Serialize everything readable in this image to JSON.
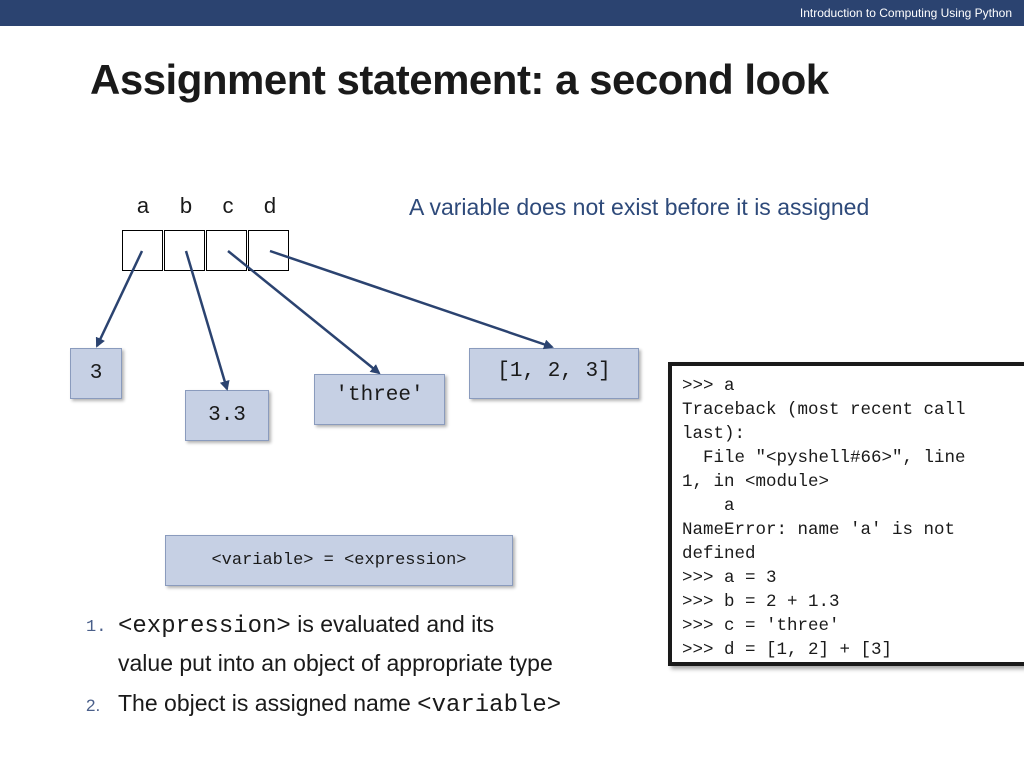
{
  "header": {
    "course_title": "Introduction to Computing Using Python"
  },
  "slide": {
    "title": "Assignment statement: a second look"
  },
  "diagram": {
    "subtitle": "A variable does not exist before it is assigned",
    "variables": [
      "a",
      "b",
      "c",
      "d"
    ],
    "objects": {
      "a": "3",
      "b": "3.3",
      "c": "'three'",
      "d": "[1, 2, 3]"
    },
    "syntax": "<variable> = <expression>"
  },
  "shell": {
    "lines": [
      ">>> a",
      "Traceback (most recent call",
      "last):",
      "  File \"<pyshell#66>\", line",
      "1, in <module>",
      "    a",
      "NameError: name 'a' is not",
      "defined",
      ">>> a = 3",
      ">>> b = 2 + 1.3",
      ">>> c = 'three'",
      ">>> d = [1, 2] + [3]"
    ]
  },
  "steps": [
    {
      "num": "1.",
      "code": "<expression>",
      "text1": " is evaluated and its",
      "text2": "value put into an object of appropriate type"
    },
    {
      "num": "2.",
      "text": "The object is assigned name ",
      "code": "<variable>"
    }
  ],
  "colors": {
    "header_bar": "#2b4370",
    "object_fill": "#c6d0e4",
    "arrow": "#2b4370",
    "subtitle": "#2e4a7a"
  }
}
